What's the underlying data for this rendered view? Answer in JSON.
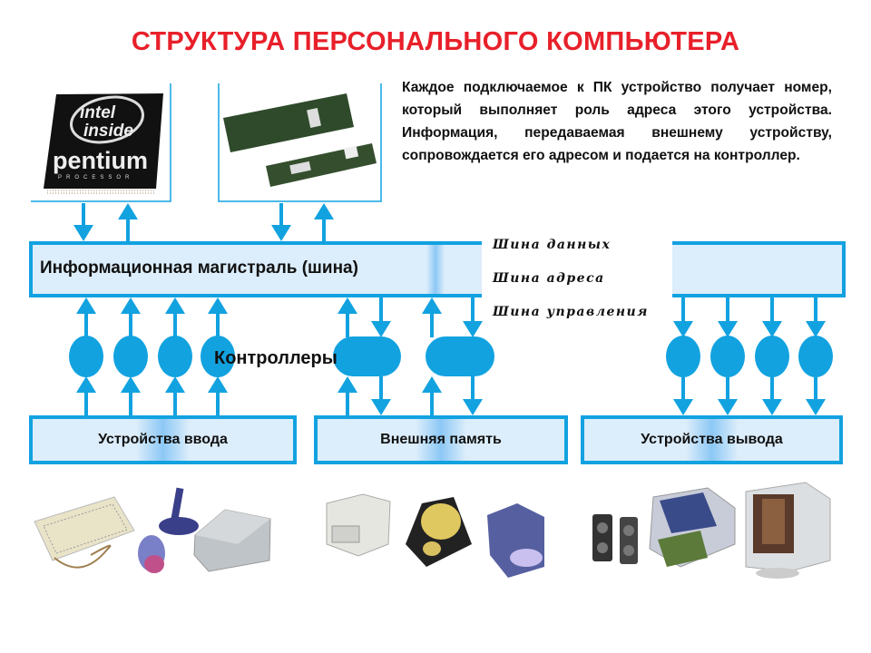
{
  "title": "СТРУКТУРА  ПЕРСОНАЛЬНОГО  КОМПЬЮТЕРА",
  "description": "Каждое подключаемое к ПК устройство получает номер, который выполняет роль адреса этого устройства. Информация, передаваемая внешнему устройству, сопровождается его адресом и подается на контроллер.",
  "cpu_logo": {
    "line1": "intel",
    "line2": "inside",
    "brand": "pentium",
    "sub": "PROCESSOR"
  },
  "bus": {
    "label": "Информационная  магистраль (шина)",
    "legend": [
      "Шина  данных",
      "Шина  адреса",
      "Шина  управления"
    ]
  },
  "controllers_label": "Контроллеры",
  "device_groups": [
    {
      "label": "Устройства  ввода"
    },
    {
      "label": "Внешняя  память"
    },
    {
      "label": "Устройства  вывода"
    }
  ],
  "colors": {
    "accent": "#12a2e0",
    "box_fill": "#dcedfb",
    "title": "#e8202a"
  }
}
